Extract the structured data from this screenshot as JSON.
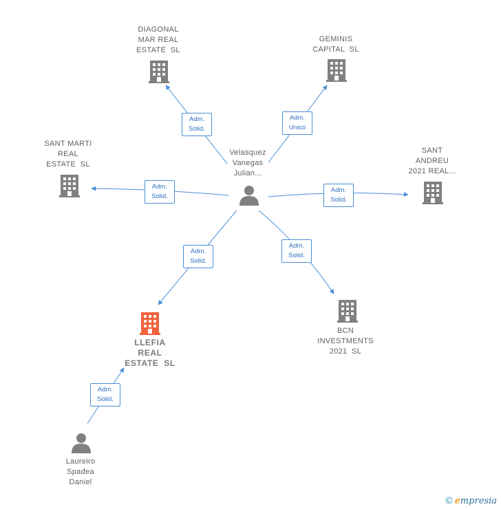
{
  "colors": {
    "company": "#808080",
    "company_highlight": "#f2623c",
    "person": "#808080",
    "edge": "#4a8fd6"
  },
  "companies": [
    {
      "id": "diagonal",
      "name": "DIAGONAL\nMAR REAL\nESTATE  SL",
      "icon": "building-icon",
      "highlight": false
    },
    {
      "id": "geminis",
      "name": "GEMINIS\nCAPITAL  SL",
      "icon": "building-icon",
      "highlight": false
    },
    {
      "id": "santmarti",
      "name": "SANT MARTI\nREAL\nESTATE  SL",
      "icon": "building-icon",
      "highlight": false
    },
    {
      "id": "santandreu",
      "name": "SANT\nANDREU\n2021 REAL...",
      "icon": "building-icon",
      "highlight": false
    },
    {
      "id": "llefia",
      "name": "LLEFIA\nREAL\nESTATE  SL",
      "icon": "building-icon",
      "highlight": true
    },
    {
      "id": "bcn",
      "name": "BCN\nINVESTMENTS\n2021  SL",
      "icon": "building-icon",
      "highlight": false
    }
  ],
  "persons": [
    {
      "id": "velasquez",
      "name": "Velasquez\nVanegas\nJulian...",
      "icon": "person-icon"
    },
    {
      "id": "laureiro",
      "name": "Laureiro\nSpadea\nDaniel",
      "icon": "person-icon"
    }
  ],
  "relations": [
    {
      "id": "r-diagonal",
      "from": "velasquez",
      "to": "diagonal",
      "role": "Adm.\nSolid."
    },
    {
      "id": "r-geminis",
      "from": "velasquez",
      "to": "geminis",
      "role": "Adm.\nUnico"
    },
    {
      "id": "r-santmarti",
      "from": "velasquez",
      "to": "santmarti",
      "role": "Adm.\nSolid."
    },
    {
      "id": "r-santandreu",
      "from": "velasquez",
      "to": "santandreu",
      "role": "Adm.\nSolid."
    },
    {
      "id": "r-llefia",
      "from": "velasquez",
      "to": "llefia",
      "role": "Adm.\nSolid."
    },
    {
      "id": "r-bcn",
      "from": "velasquez",
      "to": "bcn",
      "role": "Adm.\nSolid."
    },
    {
      "id": "r-laureiro",
      "from": "laureiro",
      "to": "llefia",
      "role": "Adm.\nSolid."
    }
  ],
  "footer": {
    "copyright": "©",
    "brand_initial": "e",
    "brand_rest": "mpresia"
  }
}
